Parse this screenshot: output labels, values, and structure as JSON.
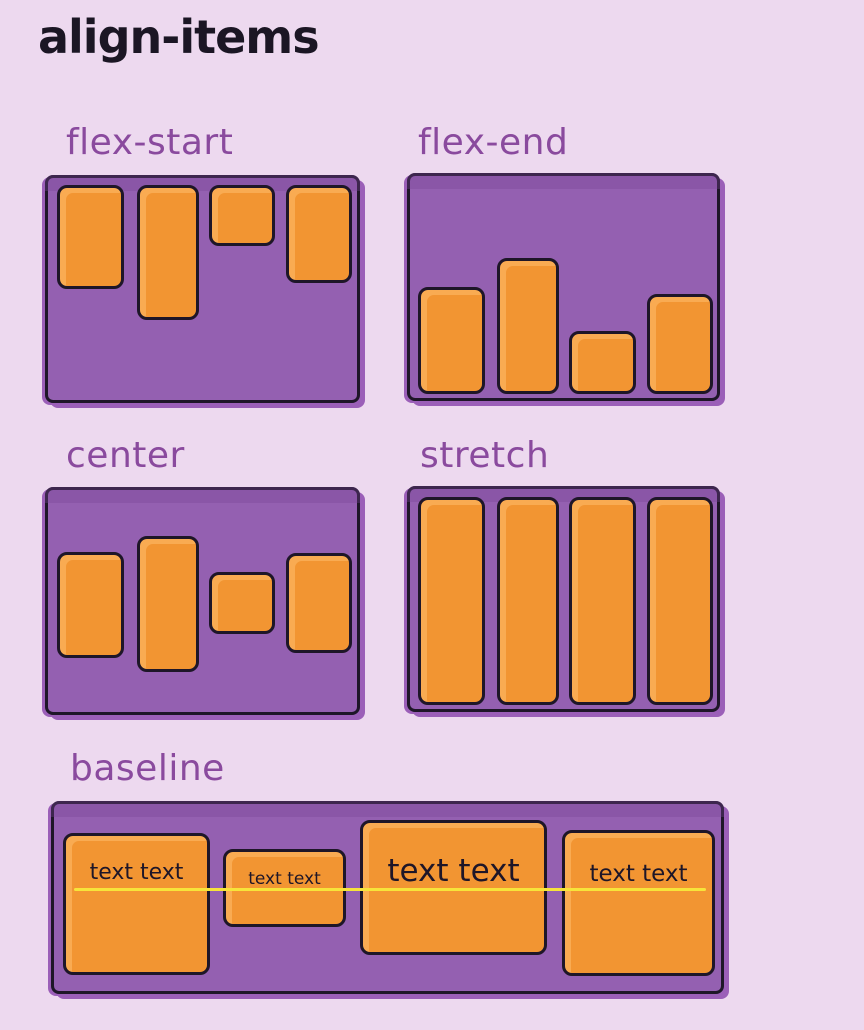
{
  "title": "align-items",
  "sections": {
    "flex_start": "flex-start",
    "flex_end": "flex-end",
    "center": "center",
    "stretch": "stretch",
    "baseline": "baseline"
  },
  "baseline_items": [
    "text text",
    "text text",
    "text text",
    "text text"
  ],
  "colors": {
    "background": "#edd9ef",
    "container": "#9460b1",
    "item": "#f29532",
    "outline": "#1e1628",
    "label": "#8a4a9e",
    "baseline_line": "#f7e43a"
  }
}
